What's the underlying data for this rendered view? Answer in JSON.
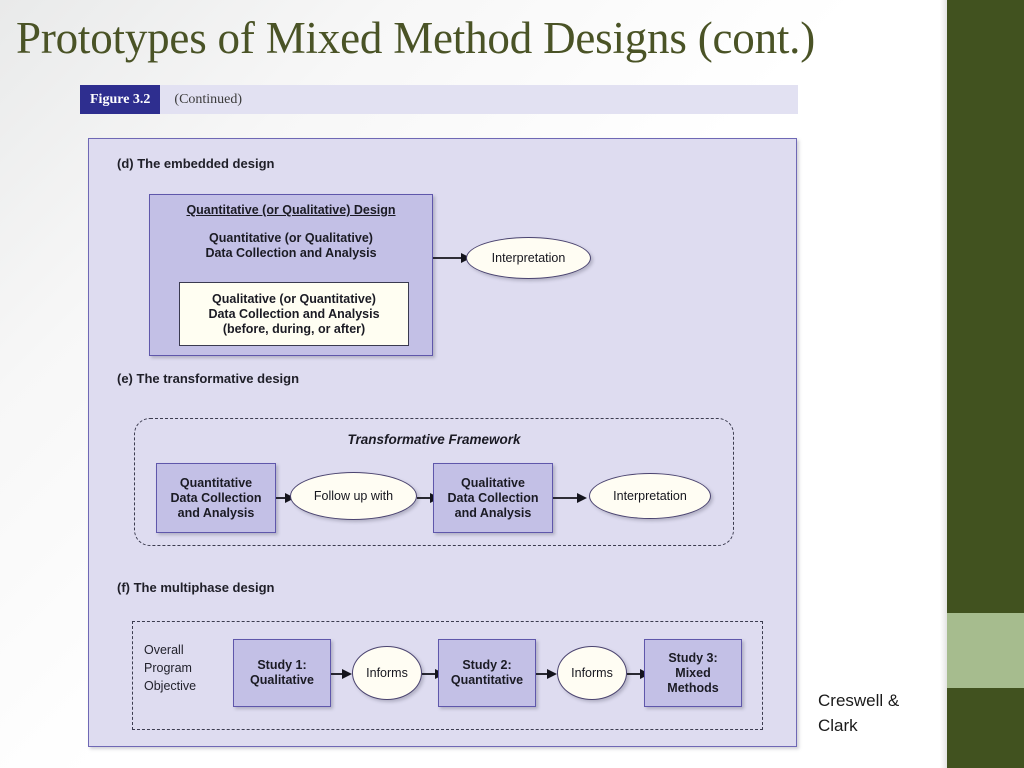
{
  "slide": {
    "title": "Prototypes of Mixed Method  Designs (cont.)",
    "attribution_line1": "Creswell &",
    "attribution_line2": "Clark",
    "title_color": "#4a5326",
    "band_dark_color": "#41521f",
    "band_light_color": "#a6bc8e"
  },
  "figure": {
    "chip_label": "Figure 3.2",
    "caption": "(Continued)",
    "chip_bg": "#2e2e8f",
    "caption_bar_bg": "#e2e1f2",
    "panel_bg": "#dedcf0",
    "panel_border": "#6f68b5",
    "box_fill": "#c3c0e6",
    "box_border": "#5f57ab"
  },
  "section_d": {
    "label": "(d) The embedded design",
    "outer_box_title": "Quantitative (or Qualitative) Design",
    "outer_box_line1": "Quantitative (or Qualitative)",
    "outer_box_line2": "Data Collection and Analysis",
    "inner_box_line1": "Qualitative (or Quantitative)",
    "inner_box_line2": "Data Collection and Analysis",
    "inner_box_line3": "(before, during, or after)",
    "result_ellipse": "Interpretation"
  },
  "section_e": {
    "label": "(e) The transformative design",
    "framework_title": "Transformative Framework",
    "box1_line1": "Quantitative",
    "box1_line2": "Data Collection",
    "box1_line3": "and Analysis",
    "ellipse1": "Follow up with",
    "box2_line1": "Qualitative",
    "box2_line2": "Data Collection",
    "box2_line3": "and Analysis",
    "ellipse2": "Interpretation"
  },
  "section_f": {
    "label": "(f) The multiphase design",
    "objective_line1": "Overall",
    "objective_line2": "Program",
    "objective_line3": "Objective",
    "study1_line1": "Study 1:",
    "study1_line2": "Qualitative",
    "informs1": "Informs",
    "study2_line1": "Study 2:",
    "study2_line2": "Quantitative",
    "informs2": "Informs",
    "study3_line1": "Study 3:",
    "study3_line2": "Mixed",
    "study3_line3": "Methods"
  }
}
